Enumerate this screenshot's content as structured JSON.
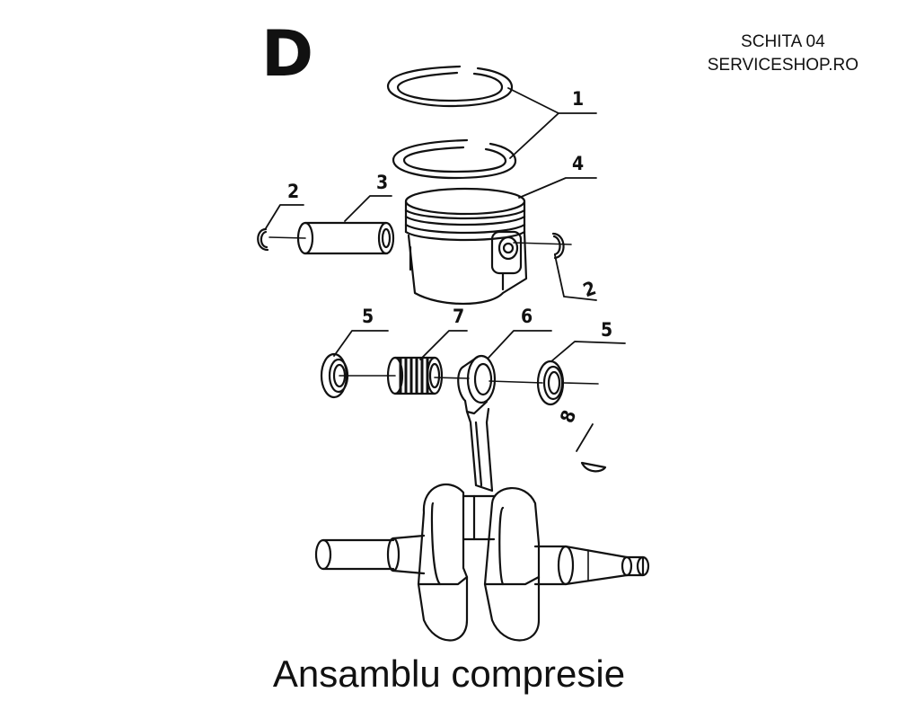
{
  "header": {
    "section_letter": "D",
    "sheet": "SCHITA 04",
    "site": "SERVICESHOP.RO"
  },
  "caption": "Ansamblu compresie",
  "callouts": {
    "c1": "1",
    "c2a": "2",
    "c2b": "2",
    "c3": "3",
    "c4": "4",
    "c5a": "5",
    "c5b": "5",
    "c6": "6",
    "c7": "7",
    "c8": "8"
  }
}
